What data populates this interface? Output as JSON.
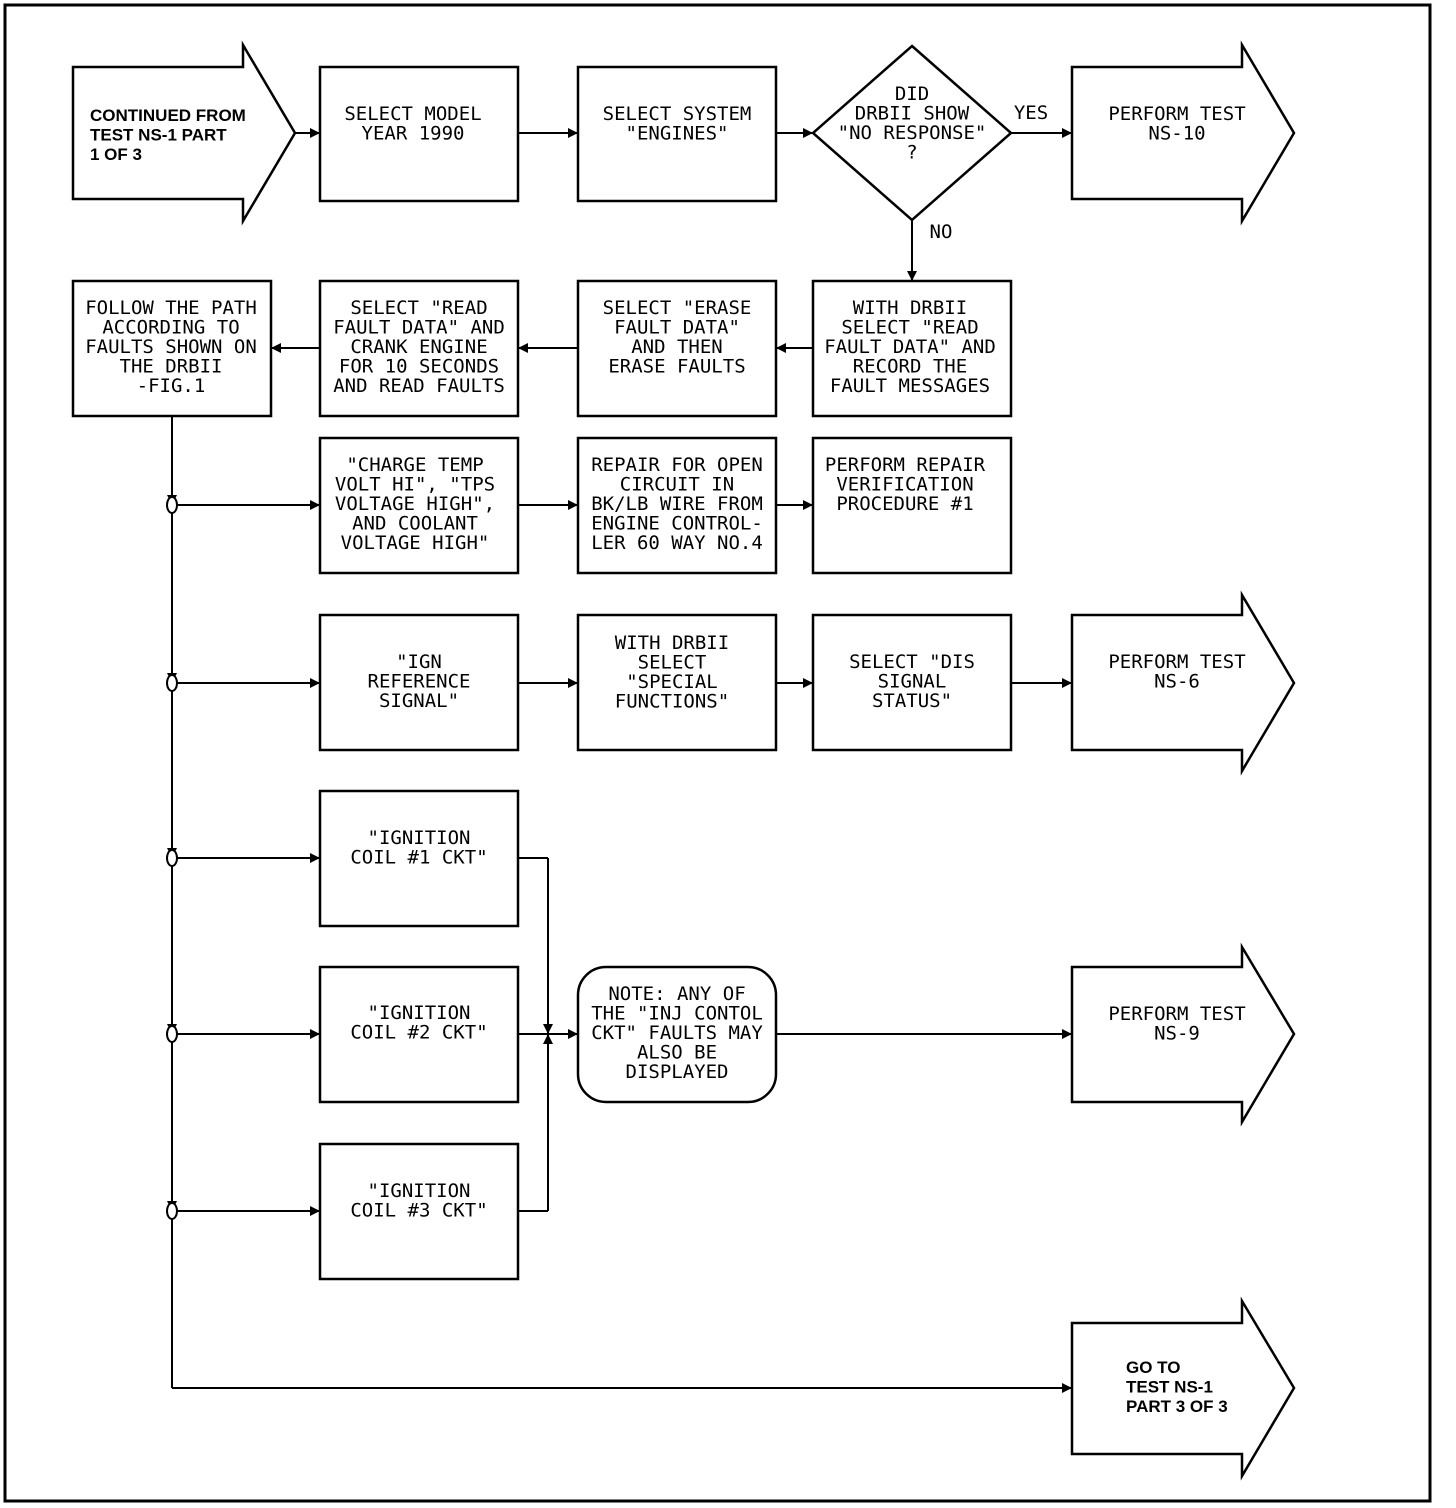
{
  "nodes": {
    "start": [
      "CONTINUED FROM",
      "TEST NS-1 PART",
      "1 OF 3"
    ],
    "select_model": [
      "SELECT MODEL",
      "YEAR 1990"
    ],
    "select_system": [
      "SELECT SYSTEM",
      "\"ENGINES\""
    ],
    "decision": [
      "DID",
      "DRBII SHOW",
      "\"NO RESPONSE\"",
      "?"
    ],
    "perform_ns10": [
      "PERFORM TEST",
      "NS-10"
    ],
    "read_fault": [
      "WITH DRBII",
      "SELECT \"READ",
      "FAULT DATA\" AND",
      "RECORD THE",
      "FAULT MESSAGES"
    ],
    "erase_fault": [
      "SELECT \"ERASE",
      "FAULT DATA\"",
      "AND THEN",
      "ERASE FAULTS"
    ],
    "crank_engine": [
      "SELECT \"READ",
      "FAULT DATA\" AND",
      "CRANK ENGINE",
      "FOR 10 SECONDS",
      "AND READ FAULTS"
    ],
    "follow_path": [
      "FOLLOW THE PATH",
      "ACCORDING TO",
      "FAULTS SHOWN ON",
      "THE DRBII",
      "-FIG.1"
    ],
    "charge_temp": [
      "\"CHARGE TEMP",
      "VOLT HI\", \"TPS",
      "VOLTAGE HIGH\",",
      "AND COOLANT",
      "VOLTAGE HIGH\""
    ],
    "repair_open": [
      "REPAIR FOR OPEN",
      "CIRCUIT IN",
      "BK/LB WIRE FROM",
      "ENGINE CONTROL-",
      "LER 60 WAY NO.4"
    ],
    "repair_verify": [
      "PERFORM REPAIR",
      "VERIFICATION",
      "PROCEDURE #1"
    ],
    "ign_ref": [
      "\"IGN",
      "REFERENCE",
      "SIGNAL\""
    ],
    "special_func": [
      "WITH DRBII",
      "SELECT",
      "\"SPECIAL",
      "FUNCTIONS\""
    ],
    "dis_signal": [
      "SELECT \"DIS",
      "SIGNAL",
      "STATUS\""
    ],
    "perform_ns6": [
      "PERFORM TEST",
      "NS-6"
    ],
    "coil1": [
      "\"IGNITION",
      "COIL #1 CKT\""
    ],
    "coil2": [
      "\"IGNITION",
      "COIL #2 CKT\""
    ],
    "coil3": [
      "\"IGNITION",
      "COIL #3 CKT\""
    ],
    "note": [
      "NOTE: ANY OF",
      "THE \"INJ CONTOL",
      "CKT\" FAULTS MAY",
      "ALSO BE",
      "DISPLAYED"
    ],
    "perform_ns9": [
      "PERFORM TEST",
      "NS-9"
    ],
    "goto_ns1": [
      "GO TO",
      "TEST NS-1",
      "PART 3 OF 3"
    ]
  },
  "labels": {
    "yes": "YES",
    "no": "NO"
  }
}
